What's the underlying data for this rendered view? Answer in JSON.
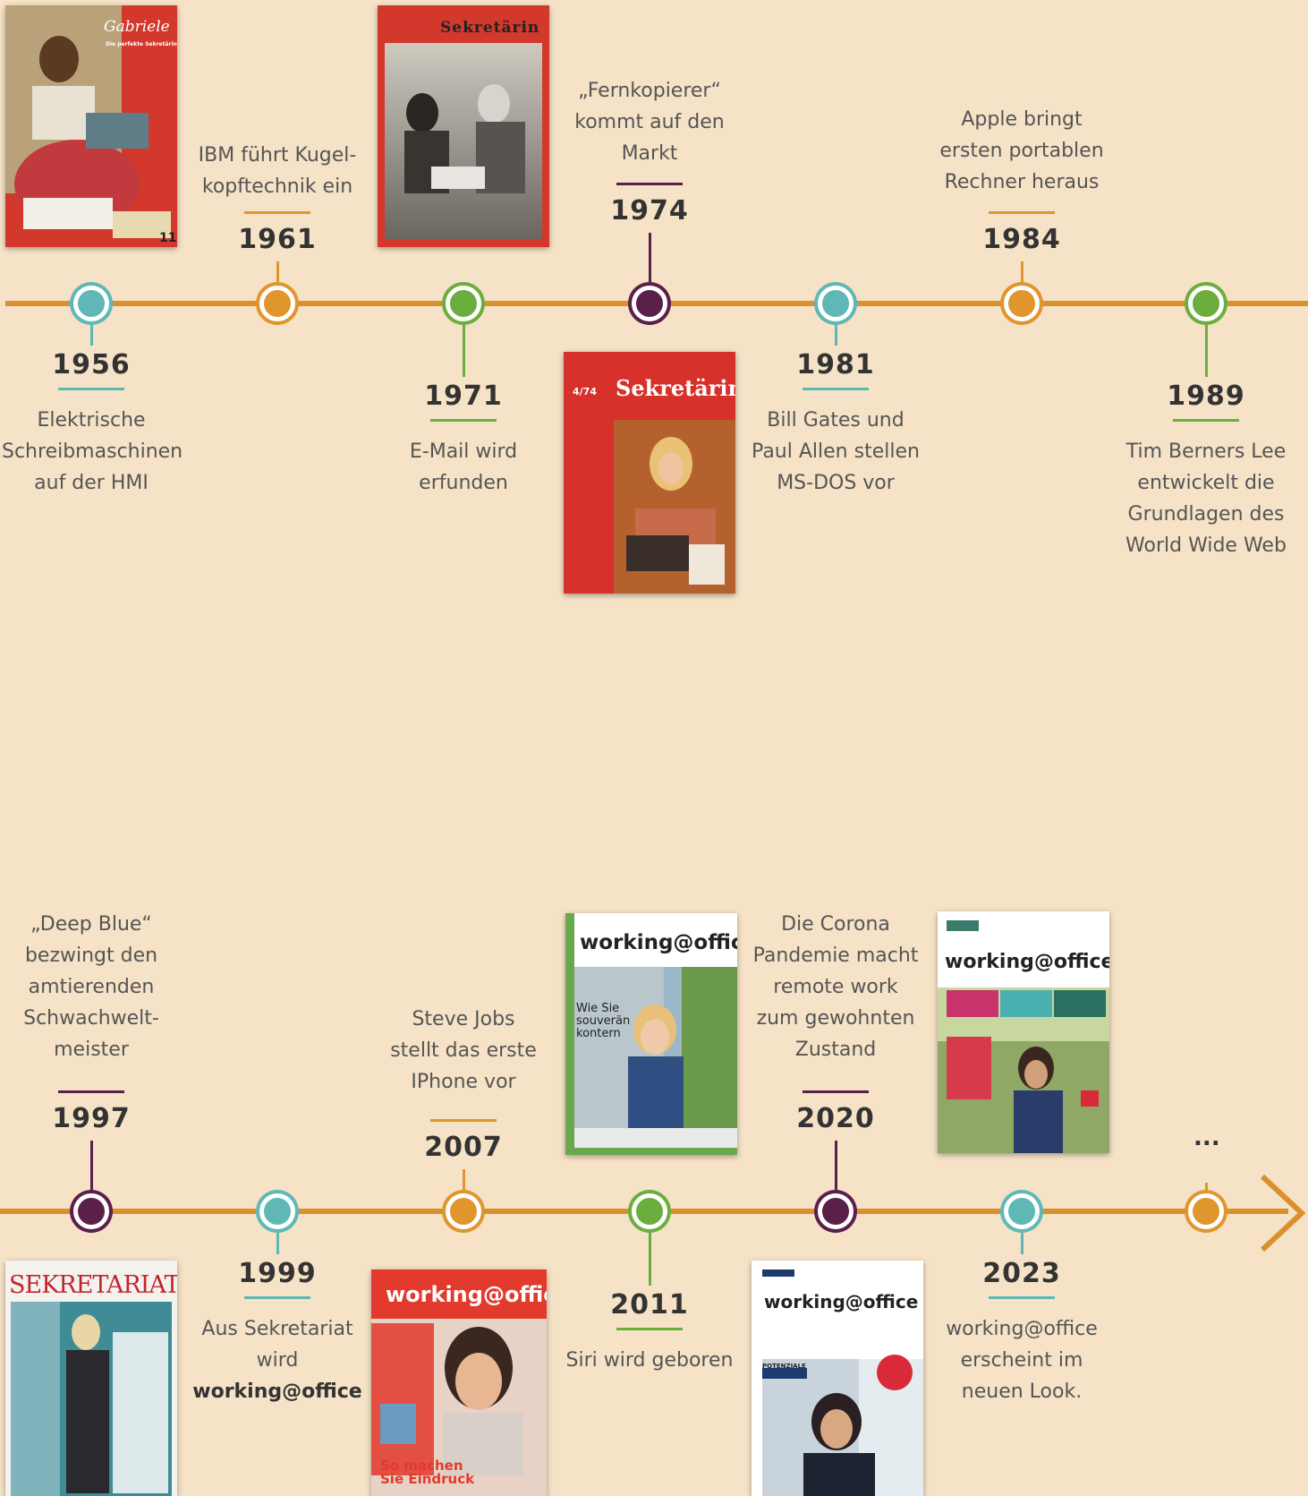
{
  "colors": {
    "timeline": "#d9912e",
    "teal": "#5fb8b6",
    "orange": "#e0952d",
    "green": "#6cae3e",
    "purple": "#5a1f4a"
  },
  "row1": [
    {
      "year": "1956",
      "desc": [
        "Elektrische",
        "Schreibmaschinen",
        "auf der HMI"
      ],
      "color": "teal"
    },
    {
      "year": "1961",
      "desc": [
        "IBM führt Kugel-",
        "kopftechnik ein"
      ],
      "color": "orange"
    },
    {
      "year": "1971",
      "desc": [
        "E-Mail wird",
        "erfunden"
      ],
      "color": "green"
    },
    {
      "year": "1974",
      "desc": [
        "„Fernkopierer“",
        "kommt auf den",
        "Markt"
      ],
      "color": "purple"
    },
    {
      "year": "1981",
      "desc": [
        "Bill Gates und",
        "Paul Allen stellen",
        "MS-DOS vor"
      ],
      "color": "teal"
    },
    {
      "year": "1984",
      "desc": [
        "Apple bringt",
        "ersten portablen",
        "Rechner heraus"
      ],
      "color": "orange"
    },
    {
      "year": "1989",
      "desc": [
        "Tim Berners Lee",
        "entwickelt die",
        "Grundlagen des",
        "World Wide Web"
      ],
      "color": "green"
    }
  ],
  "row2": [
    {
      "year": "1997",
      "desc": [
        "„Deep Blue“",
        "bezwingt den",
        "amtierenden",
        "Schwachwelt-",
        "meister"
      ],
      "color": "purple"
    },
    {
      "year": "1999",
      "desc": [
        "Aus Sekretariat",
        "wird",
        "working@office"
      ],
      "color": "teal"
    },
    {
      "year": "2007",
      "desc": [
        "Steve Jobs",
        "stellt das erste",
        "IPhone vor"
      ],
      "color": "orange"
    },
    {
      "year": "2011",
      "desc": [
        "Siri wird geboren"
      ],
      "color": "green"
    },
    {
      "year": "2020",
      "desc": [
        "Die Corona",
        "Pandemie macht",
        "remote work",
        "zum gewohnten",
        "Zustand"
      ],
      "color": "purple"
    },
    {
      "year": "2023",
      "desc": [
        "working@office",
        "erscheint im",
        "neuen Look."
      ],
      "color": "teal"
    },
    {
      "year": "...",
      "desc": [],
      "color": "orange"
    }
  ],
  "covers": {
    "gabriele": {
      "title": "Gabriele",
      "subtitle": "Die perfekte Sekretärin",
      "number": "11"
    },
    "sek1961": {
      "title": "Sekretärin"
    },
    "sek1974": {
      "title": "Sekretärin",
      "issue": "4/74"
    },
    "sekretariat": {
      "title": "SEKRETARIAT"
    },
    "wo1999": {
      "title": "working@office",
      "tagline": "So machen Sie Eindruck"
    },
    "wo2011": {
      "title": "working@office",
      "tagline": "Wie Sie souverän kontern"
    },
    "wo2020": {
      "title": "working@office",
      "tagline": "POTENZIALE"
    },
    "wo2023": {
      "title": "working@office"
    }
  }
}
